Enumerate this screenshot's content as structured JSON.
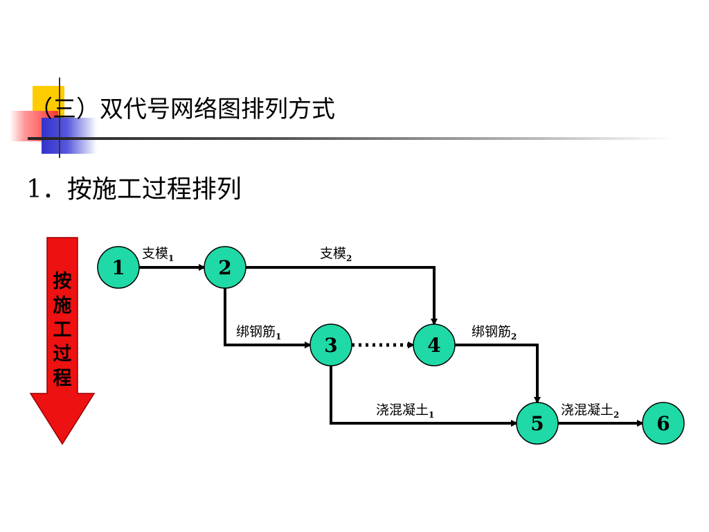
{
  "slide": {
    "title": "（三）双代号网络图排列方式",
    "subtitle": "1．按施工过程排列",
    "colors": {
      "yellow": "#ffcc00",
      "red": "#ff3333",
      "blue": "#3333cc",
      "node_fill": "#1fd9a6",
      "arrow_red": "#ee1111"
    }
  },
  "side_arrow": {
    "text": "按施工过程"
  },
  "diagram": {
    "nodes": [
      {
        "id": "1",
        "label": "1"
      },
      {
        "id": "2",
        "label": "2"
      },
      {
        "id": "3",
        "label": "3"
      },
      {
        "id": "4",
        "label": "4"
      },
      {
        "id": "5",
        "label": "5"
      },
      {
        "id": "6",
        "label": "6"
      }
    ],
    "edges": [
      {
        "from": "1",
        "to": "2",
        "label": "支模",
        "sub": "1",
        "style": "solid"
      },
      {
        "from": "2",
        "to": "4",
        "label": "支模",
        "sub": "2",
        "style": "solid"
      },
      {
        "from": "2",
        "to": "3",
        "label": "绑钢筋",
        "sub": "1",
        "style": "solid"
      },
      {
        "from": "3",
        "to": "4",
        "label": "",
        "sub": "",
        "style": "dotted"
      },
      {
        "from": "4",
        "to": "5",
        "label": "绑钢筋",
        "sub": "2",
        "style": "solid"
      },
      {
        "from": "3",
        "to": "5",
        "label": "浇混凝土",
        "sub": "1",
        "style": "solid"
      },
      {
        "from": "5",
        "to": "6",
        "label": "浇混凝土",
        "sub": "2",
        "style": "solid"
      }
    ]
  }
}
